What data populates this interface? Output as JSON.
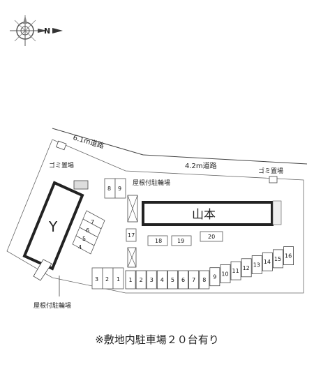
{
  "compass": {
    "icon": "compass-rose-icon",
    "direction_letter": "N"
  },
  "roads": {
    "road_west": "6.1m道路",
    "road_north": "4.2m道路"
  },
  "facilities": {
    "garbage_west": "ゴミ置場",
    "garbage_east": "ゴミ置場",
    "bike_parking_top": "屋根付駐輪場",
    "bike_parking_bottom": "屋根付駐輪場"
  },
  "buildings": {
    "building_y": "Y",
    "building_yamamoto": "山本"
  },
  "parking": {
    "left_column": [
      "7",
      "6",
      "5",
      "4"
    ],
    "bottom_left_row": [
      "3",
      "2",
      "1"
    ],
    "top_pair": [
      "8",
      "9"
    ],
    "middle": [
      "17",
      "18",
      "19",
      "20"
    ],
    "south_row": [
      "1",
      "2",
      "3",
      "4",
      "5",
      "6",
      "7",
      "8",
      "9",
      "10",
      "11",
      "12",
      "13",
      "14",
      "15",
      "16"
    ]
  },
  "footer_note": "※敷地内駐車場２０台有り"
}
